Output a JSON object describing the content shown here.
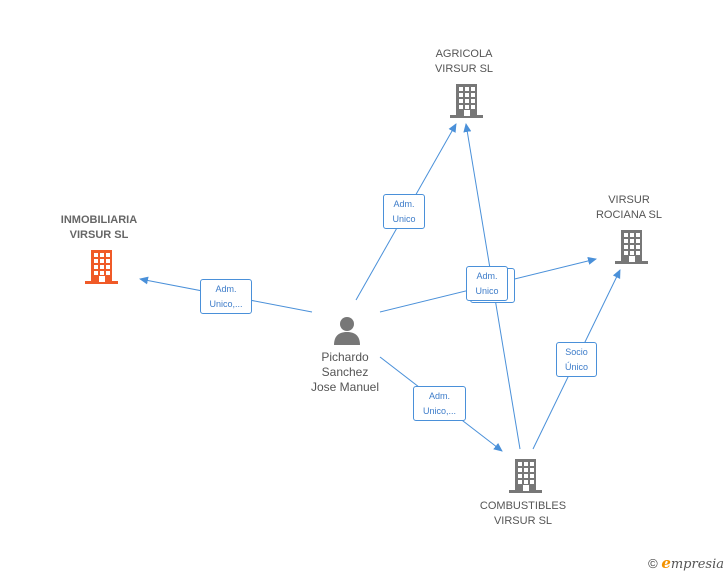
{
  "nodes": {
    "agricola": {
      "lines": [
        "AGRICOLA",
        "VIRSUR  SL"
      ],
      "icon": "building-icon",
      "color": "#777777"
    },
    "roc": {
      "lines": [
        "VIRSUR",
        "ROCIANA  SL"
      ],
      "icon": "building-icon",
      "color": "#777777"
    },
    "inmob": {
      "lines": [
        "INMOBILIARIA",
        "VIRSUR  SL"
      ],
      "icon": "building-icon",
      "color": "#f05a28"
    },
    "comb": {
      "lines": [
        "COMBUSTIBLES",
        "VIRSUR  SL"
      ],
      "icon": "building-icon",
      "color": "#777777"
    },
    "person": {
      "lines": [
        "Pichardo",
        "Sanchez",
        "Jose Manuel"
      ],
      "icon": "person-icon",
      "color": "#777777"
    }
  },
  "edges": {
    "to_inmob": {
      "lines": [
        "Adm.",
        "Unico,..."
      ]
    },
    "to_agricola": {
      "lines": [
        "Adm.",
        "Unico"
      ]
    },
    "to_roc": {
      "lines": [
        "Adm.",
        "Unico"
      ]
    },
    "to_comb": {
      "lines": [
        "Adm.",
        "Unico,..."
      ]
    },
    "comb_roc": {
      "lines": [
        "Socio",
        "Único"
      ]
    }
  },
  "colors": {
    "edge": "#4a90d9",
    "edge_text": "#3d7cc9"
  },
  "footer": {
    "copyright": "©",
    "brand_first": "e",
    "brand_rest": "mpresia"
  }
}
